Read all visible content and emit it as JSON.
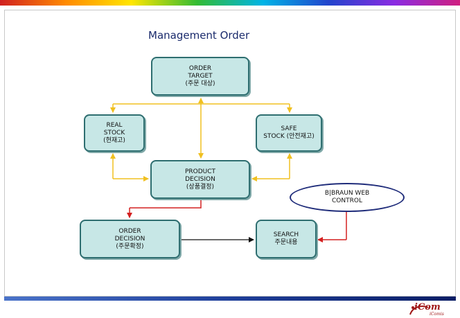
{
  "title": "Management Order",
  "nodes": {
    "order_target": {
      "lines": [
        "ORDER",
        "TARGET",
        "(주문 대상)"
      ]
    },
    "real_stock": {
      "lines": [
        "REAL",
        "STOCK",
        "(현재고)"
      ]
    },
    "safe_stock": {
      "lines": [
        "SAFE",
        "STOCK (안전재고)"
      ]
    },
    "product_decision": {
      "lines": [
        "PRODUCT",
        "DECISION",
        "(상품결정)"
      ]
    },
    "order_decision": {
      "lines": [
        "ORDER",
        "DECISION",
        "(주문확정)"
      ]
    },
    "search": {
      "lines": [
        "SEARCH",
        "주문내용"
      ]
    },
    "web_control": {
      "lines": [
        "B|BRAUN WEB",
        "CONTROL"
      ]
    }
  },
  "logo": {
    "text": "iCom",
    "sub": "iComis"
  },
  "colors": {
    "box_fill": "#c7e7e6",
    "box_border": "#2e6e70",
    "yellow_arrow": "#f0c020",
    "red_arrow": "#d42020",
    "black_arrow": "#111111",
    "oval_border": "#1f2c7a"
  }
}
